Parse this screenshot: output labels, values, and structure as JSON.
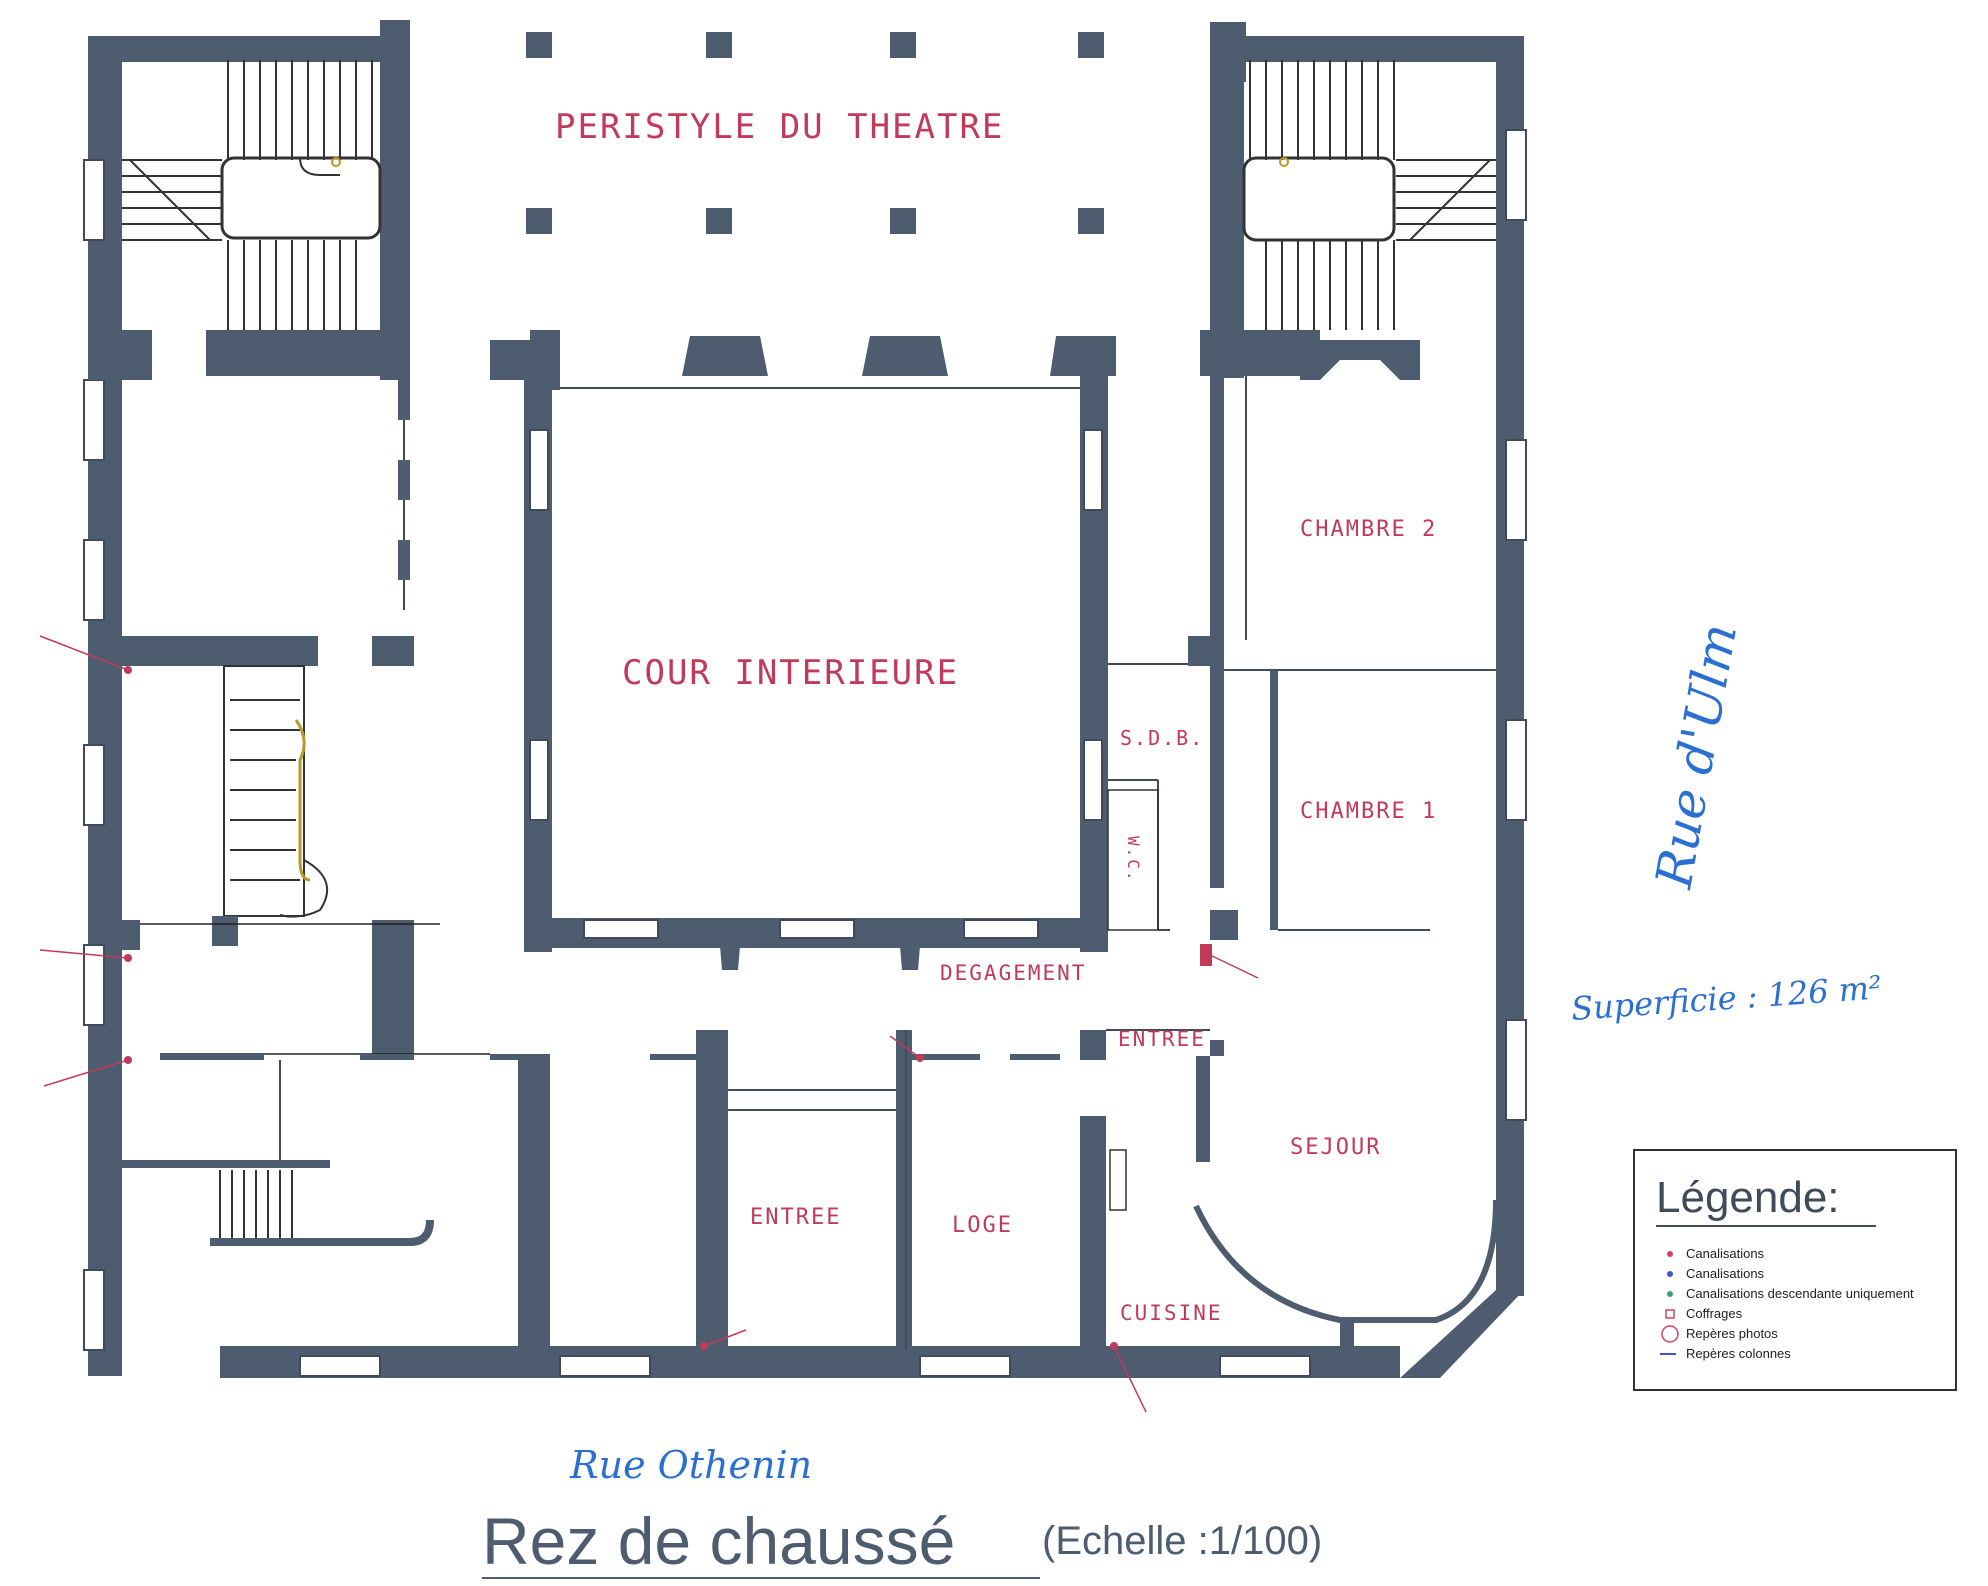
{
  "rooms": {
    "peristyle": "PERISTYLE DU THEATRE",
    "cour": "COUR INTERIEURE",
    "chambre2": "CHAMBRE 2",
    "chambre1": "CHAMBRE 1",
    "sdb": "S.D.B.",
    "wc": "W.C.",
    "degagement": "DEGAGEMENT",
    "entree_right": "ENTREE",
    "sejour": "SEJOUR",
    "entree_bottom": "ENTREE",
    "loge": "LOGE",
    "cuisine": "CUISINE"
  },
  "handwritten": {
    "street_right": "Rue d'Ulm",
    "street_bottom": "Rue Othenin",
    "area": "Superficie : 126 m²"
  },
  "title": {
    "main": "Rez de chaussé",
    "scale": "(Echelle :1/100)"
  },
  "legend": {
    "heading": "Légende:",
    "items": [
      {
        "label": "Canalisations",
        "symbol": "dot",
        "color": "#d0406a"
      },
      {
        "label": "Canalisations",
        "symbol": "dot",
        "color": "#3a56c8"
      },
      {
        "label": "Canalisations descendante uniquement",
        "symbol": "dot",
        "color": "#3aa070"
      },
      {
        "label": "Coffrages",
        "symbol": "square",
        "color": "#d0406a"
      },
      {
        "label": "Repères photos",
        "symbol": "circle-n",
        "color": "#d0406a"
      },
      {
        "label": "Repères colonnes",
        "symbol": "line",
        "color": "#3a56c8"
      }
    ]
  },
  "colors": {
    "walls": "#4d5c6f",
    "labels": "#c23a5a",
    "handwriting": "#2a6fd1"
  }
}
